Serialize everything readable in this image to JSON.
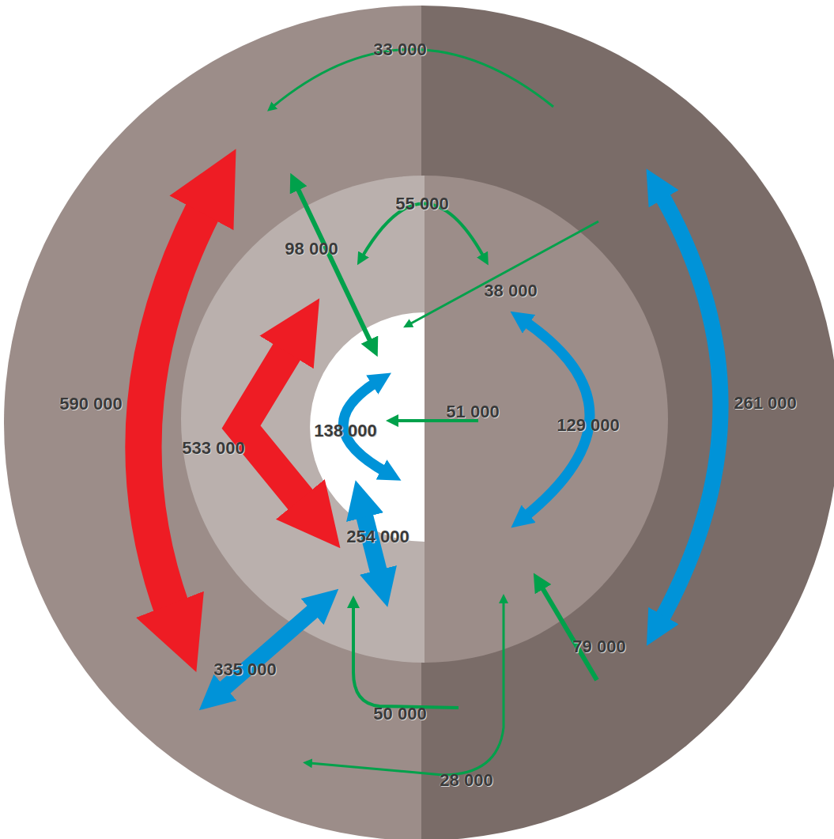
{
  "diagram": {
    "labels": [
      "33 000",
      "55 000",
      "98 000",
      "38 000",
      "590 000",
      "138 000",
      "51 000",
      "129 000",
      "261 000",
      "533 000",
      "254 000",
      "79 000",
      "335 000",
      "50 000",
      "28 000"
    ]
  }
}
